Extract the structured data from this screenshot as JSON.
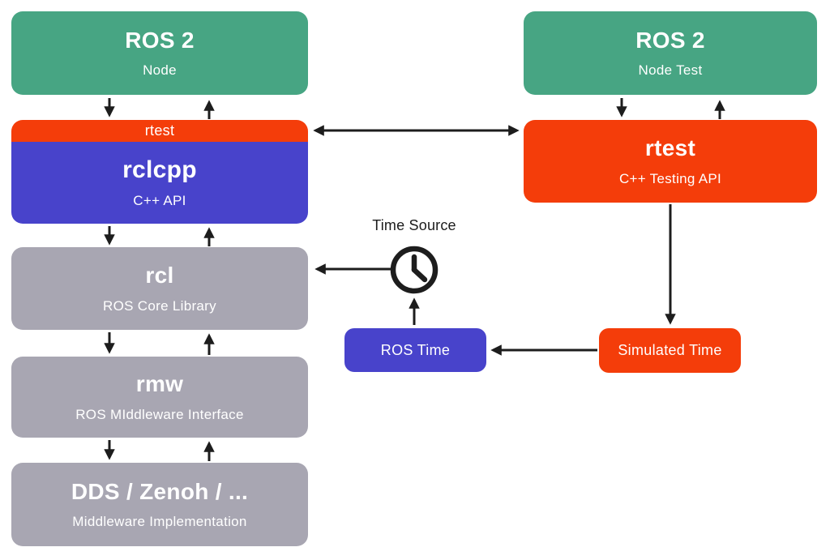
{
  "boxes": {
    "ros2_node": {
      "title": "ROS 2",
      "subtitle": "Node"
    },
    "rtest_strip": {
      "label": "rtest"
    },
    "rclcpp": {
      "title": "rclcpp",
      "subtitle": "C++ API"
    },
    "rcl": {
      "title": "rcl",
      "subtitle": "ROS Core Library"
    },
    "rmw": {
      "title": "rmw",
      "subtitle": "ROS MIddleware Interface"
    },
    "dds": {
      "title": "DDS / Zenoh / ...",
      "subtitle": "Middleware Implementation"
    },
    "ros2_node_test": {
      "title": "ROS 2",
      "subtitle": "Node Test"
    },
    "rtest": {
      "title": "rtest",
      "subtitle": "C++ Testing API"
    },
    "ros_time": {
      "label": "ROS Time"
    },
    "simulated_time": {
      "label": "Simulated Time"
    },
    "time_source": {
      "label": "Time Source"
    }
  },
  "icons": {
    "time_source": "clock-icon"
  },
  "colors": {
    "green": "#47a583",
    "blue": "#4843cb",
    "orange": "#f43d0a",
    "gray": "#a8a6b2",
    "arrow": "#1d1d1d",
    "background": "#ffffff",
    "text_dark": "#1c1c1c",
    "text_light": "#ffffff"
  }
}
